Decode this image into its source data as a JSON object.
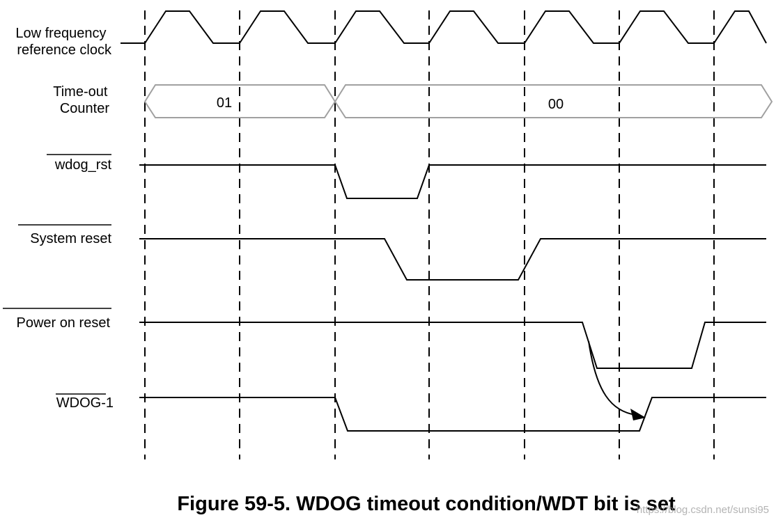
{
  "diagram": {
    "signals": {
      "clock": {
        "label_lines": [
          "Low frequency",
          "reference clock"
        ]
      },
      "counter": {
        "label_lines": [
          "Time-out",
          "Counter"
        ],
        "values": [
          "01",
          "00"
        ]
      },
      "wdog_rst": {
        "label": "wdog_rst",
        "active_low": true
      },
      "system_reset": {
        "label": "System reset",
        "active_low": true
      },
      "power_on_reset": {
        "label": "Power on reset",
        "active_low": true
      },
      "wdog_1": {
        "label": "WDOG-1",
        "active_low": true
      }
    },
    "colors": {
      "line": "#000000",
      "bus": "#a0a0a0",
      "watermark": "#9a9a9a"
    }
  },
  "caption": "Figure 59-5. WDOG timeout condition/WDT bit is set",
  "watermark": "https://blog.csdn.net/sunsi95"
}
